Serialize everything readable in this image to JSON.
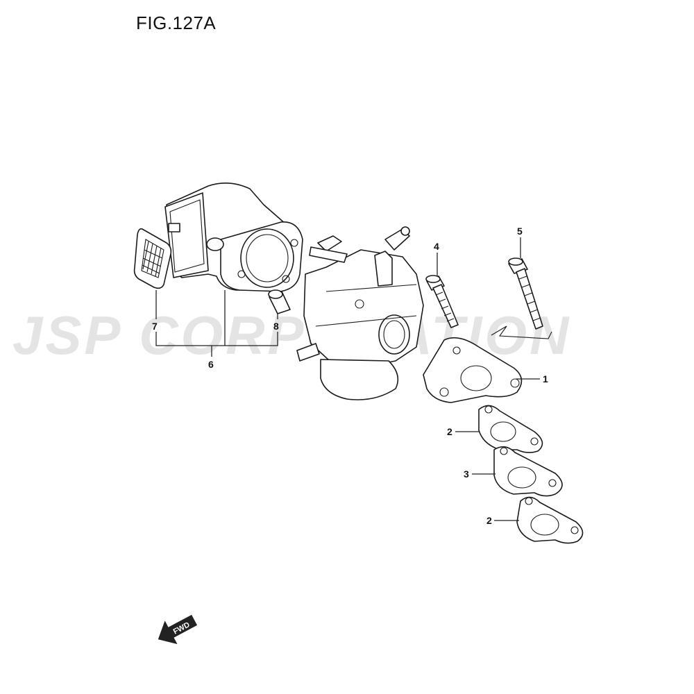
{
  "figure": {
    "title": "FIG.127A",
    "watermark": "JSP CORPORATION",
    "fwd_label": "FWD"
  },
  "callouts": [
    {
      "id": "1",
      "label": "1"
    },
    {
      "id": "2a",
      "label": "2"
    },
    {
      "id": "3",
      "label": "3"
    },
    {
      "id": "2b",
      "label": "2"
    },
    {
      "id": "4",
      "label": "4"
    },
    {
      "id": "5",
      "label": "5"
    },
    {
      "id": "6",
      "label": "6"
    },
    {
      "id": "7",
      "label": "7"
    },
    {
      "id": "8",
      "label": "8"
    }
  ]
}
